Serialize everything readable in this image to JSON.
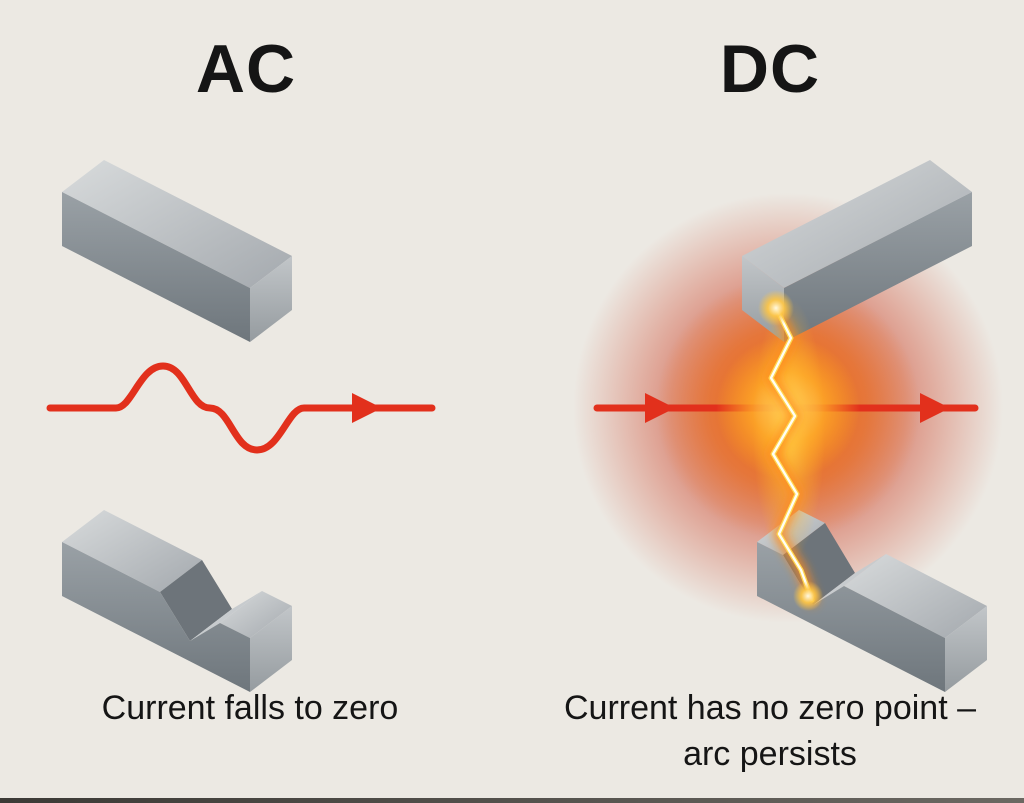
{
  "title": "AC vs DC arc comparison infographic",
  "panels": {
    "ac": {
      "title": "AC",
      "caption": "Current falls to zero",
      "waveform": "sine pulse passing through zero",
      "arc_present": false
    },
    "dc": {
      "title": "DC",
      "caption": "Current has no zero point – arc persists",
      "waveform": "constant current line",
      "arc_present": true
    }
  },
  "colors": {
    "background": "#ECE9E3",
    "text": "#151515",
    "signal_red": "#E2301C",
    "metal_light": "#D4D7D9",
    "metal_mid": "#A6ABB0",
    "metal_shadow": "#70777D",
    "glow_red": "#C92F12",
    "glow_orange": "#F57A15",
    "glow_yellow": "#FFD24A",
    "arc_white": "#FFFDF2"
  }
}
